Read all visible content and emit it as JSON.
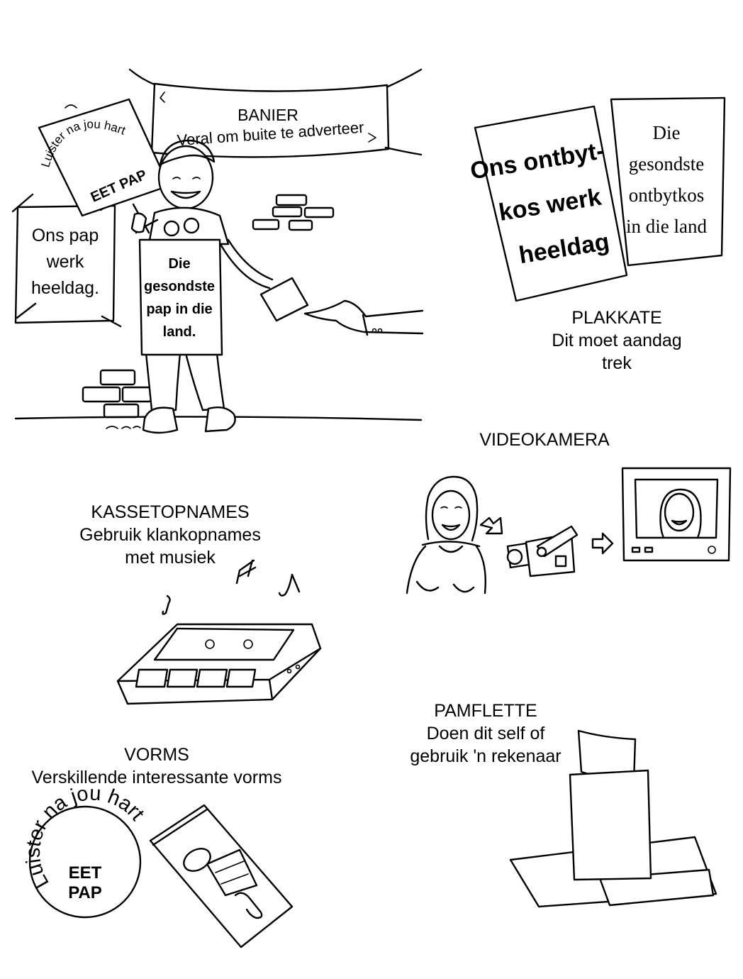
{
  "banier": {
    "title": "BANIER",
    "subtitle": "Veral om buite te adverteer"
  },
  "placard_sign": {
    "arc": "Luister na jou hart",
    "main": "EET PAP"
  },
  "wall_poster": {
    "lines": [
      "Ons pap",
      "werk",
      "heeldag."
    ]
  },
  "sandwich_board": {
    "lines": [
      "Die",
      "gesondste",
      "pap in die",
      "land."
    ]
  },
  "posters": {
    "front_lines": [
      "Ons ontbyt-",
      "kos werk",
      "heeldag"
    ],
    "back_lines": [
      "Die",
      "gesondste",
      "ontbytkos",
      "in die land"
    ]
  },
  "plakkate": {
    "title": "PLAKKATE",
    "lines": [
      "Dit moet aandag",
      "trek"
    ]
  },
  "videokamera": {
    "title": "VIDEOKAMERA"
  },
  "kassetopnames": {
    "title": "KASSETOPNAMES",
    "lines": [
      "Gebruik klankopnames",
      "met musiek"
    ]
  },
  "pamflette": {
    "title": "PAMFLETTE",
    "lines": [
      "Doen dit self of",
      "gebruik 'n rekenaar"
    ]
  },
  "vorms": {
    "title": "VORMS",
    "subtitle": "Verskillende interessante vorms"
  },
  "badge": {
    "arc": "Luister na jou hart",
    "line1": "EET",
    "line2": "PAP"
  }
}
